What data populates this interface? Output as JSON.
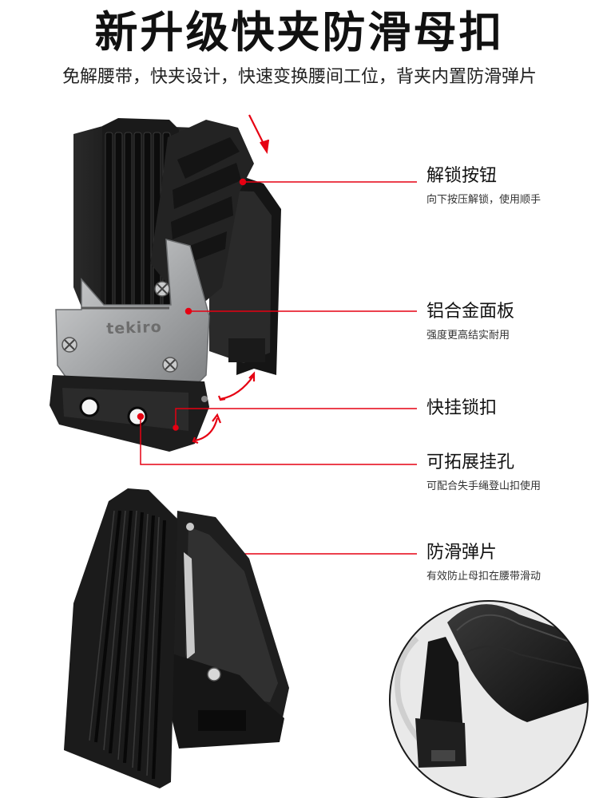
{
  "header": {
    "title": "新升级快夹防滑母扣",
    "subtitle": "免解腰带，快夹设计，快速变换腰间工位，背夹内置防滑弹片"
  },
  "callouts": [
    {
      "title": "解锁按钮",
      "desc": "向下按压解锁，使用顺手"
    },
    {
      "title": "铝合金面板",
      "desc": "强度更高结实耐用"
    },
    {
      "title": "快挂锁扣",
      "desc": ""
    },
    {
      "title": "可拓展挂孔",
      "desc": "可配合失手绳登山扣使用"
    },
    {
      "title": "防滑弹片",
      "desc": "有效防止母扣在腰带滑动"
    }
  ],
  "product": {
    "brand_logo": "tekiro"
  },
  "colors": {
    "accent_line": "#e60012",
    "body_black": "#1c1c1c",
    "plate_silver": "#a7a9ab"
  }
}
